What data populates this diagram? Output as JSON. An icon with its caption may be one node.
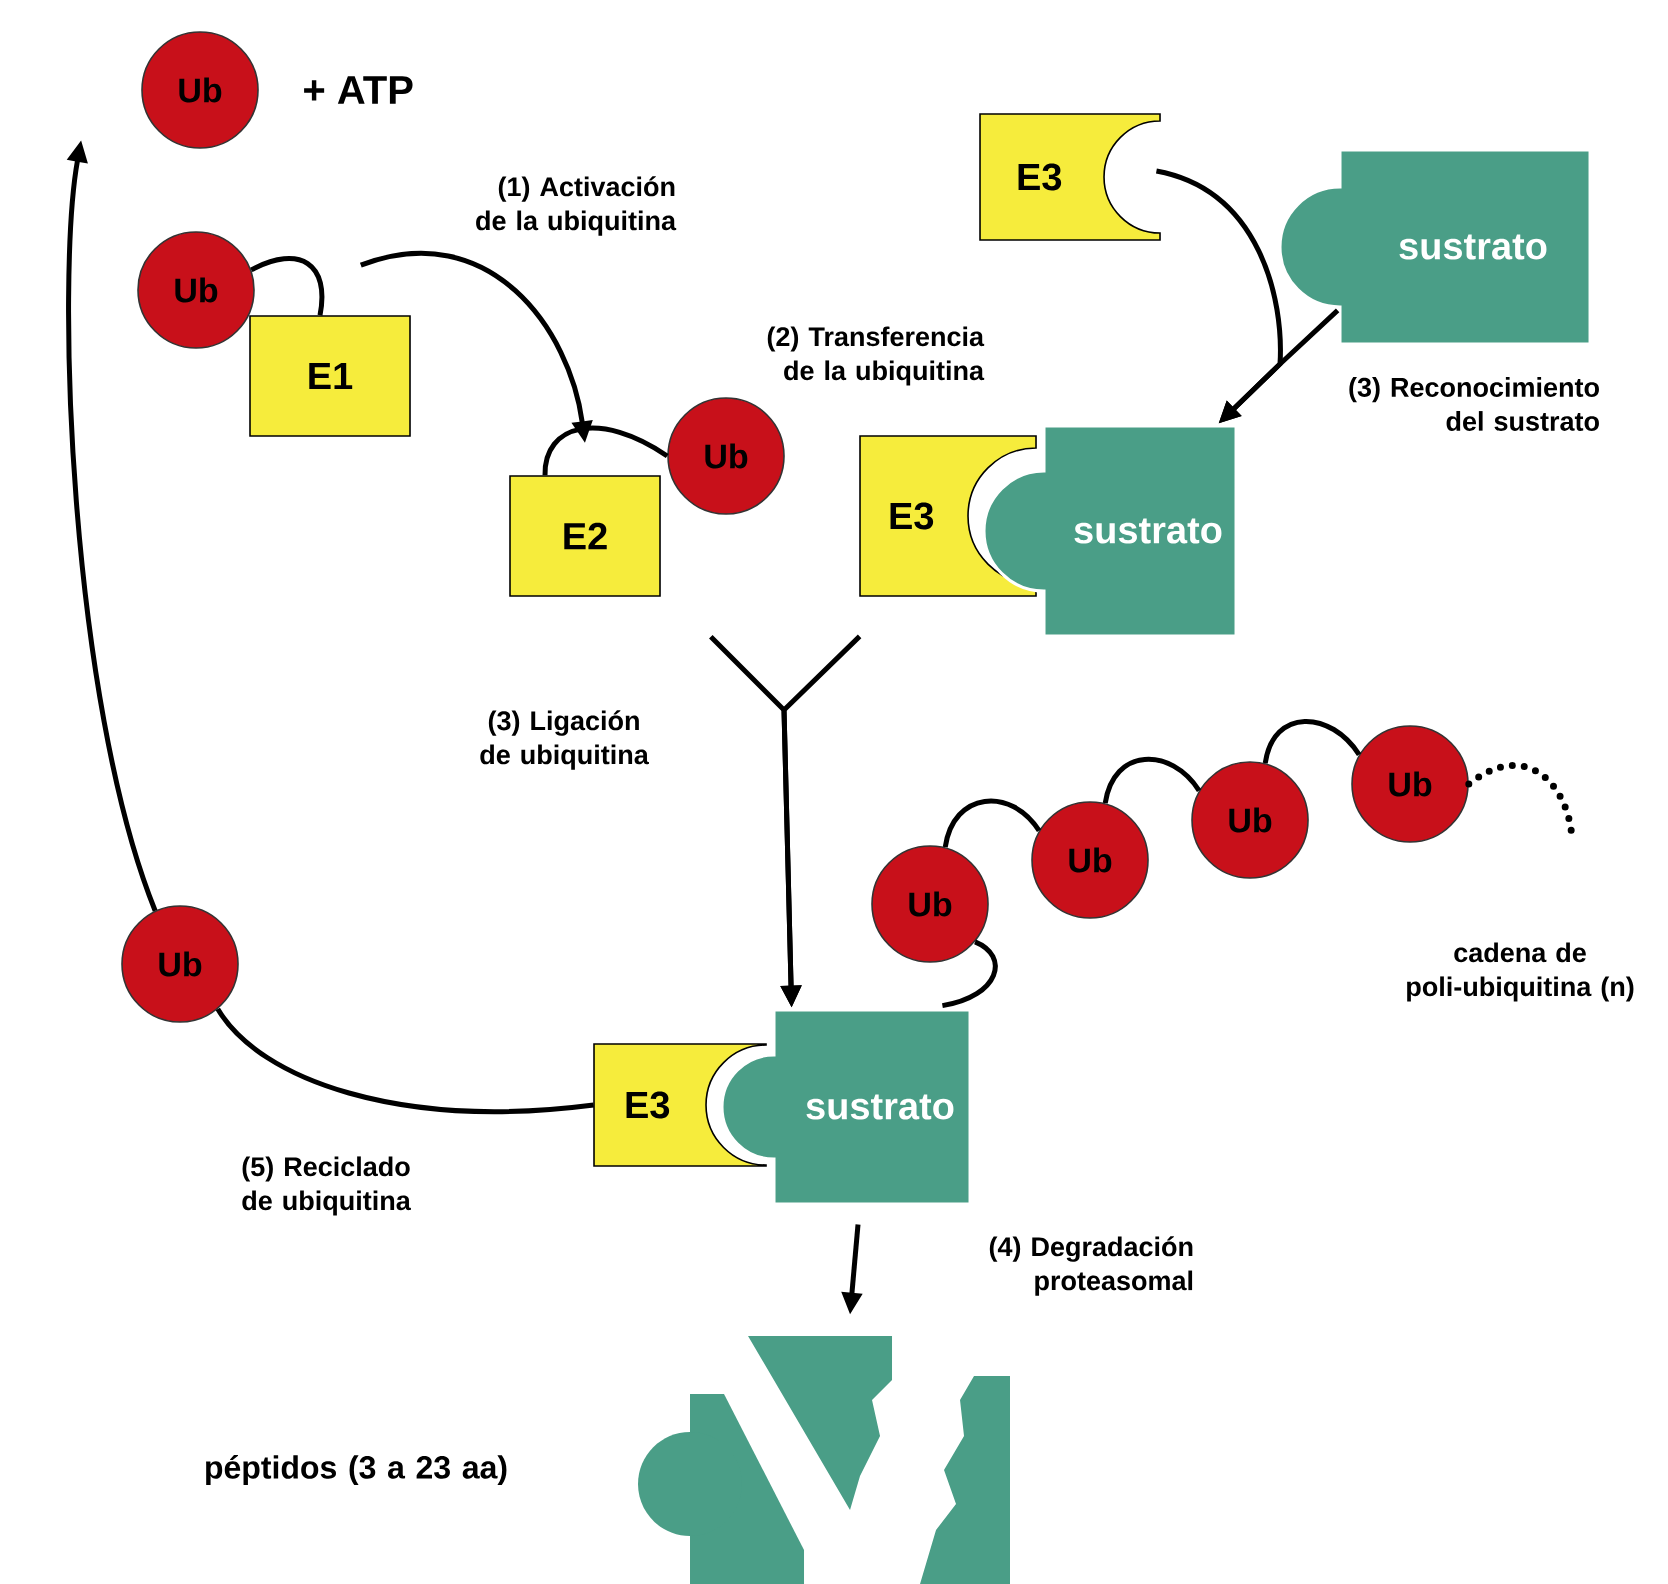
{
  "diagram": {
    "nodes": [
      {
        "text": [
          "Ub"
        ],
        "beside": [
          "+ ATP"
        ]
      },
      {
        "text": [
          "Ub"
        ]
      },
      {
        "text": [
          "E1"
        ]
      },
      {
        "text": [
          "E2"
        ]
      },
      {
        "text": [
          "Ub"
        ]
      },
      {
        "text": [
          "E3"
        ]
      },
      {
        "text": [
          "sustrato"
        ]
      },
      {
        "text": [
          "E3"
        ]
      },
      {
        "text": [
          "sustrato"
        ]
      },
      {
        "text": [
          "Ub"
        ]
      },
      {
        "text": [
          "Ub"
        ]
      },
      {
        "text": [
          "Ub"
        ]
      },
      {
        "text": [
          "Ub"
        ]
      },
      {
        "text": [
          "Ub"
        ]
      },
      {
        "text": [
          "E3"
        ]
      },
      {
        "text": [
          "sustrato"
        ]
      },
      {
        "text": [],
        "shape": "picture"
      }
    ],
    "edges": [
      {
        "from": 1,
        "to": 2,
        "arrow": "none"
      },
      {
        "from": 2,
        "to": 3,
        "arrow": "to"
      },
      {
        "from": 3,
        "to": 4,
        "arrow": "none"
      },
      {
        "from": 5,
        "to": 8,
        "arrow": "to",
        "label": "(3) Reconocimiento del sustrato"
      },
      {
        "from": 6,
        "to": 8,
        "arrow": "to"
      },
      {
        "from": 3,
        "to": 15,
        "arrow": "to",
        "label": "(3) Ligación de ubiquitina"
      },
      {
        "from": 7,
        "to": 15,
        "arrow": "to"
      },
      {
        "from": 9,
        "to": 15,
        "arrow": "none"
      },
      {
        "from": 9,
        "to": 10,
        "arrow": "none"
      },
      {
        "from": 10,
        "to": 11,
        "arrow": "none"
      },
      {
        "from": 11,
        "to": 12,
        "arrow": "none"
      },
      {
        "from": 12,
        "to": null,
        "arrow": "none",
        "style": "dashed"
      },
      {
        "from": 14,
        "to": 13,
        "arrow": "none"
      },
      {
        "from": 13,
        "to": 0,
        "arrow": "to"
      },
      {
        "from": 15,
        "to": 16,
        "arrow": "to",
        "label": "(4) Degradación proteasomal"
      }
    ],
    "labels": [
      "(1) Activación de la ubiquitina",
      "(2) Transferencia de la ubiquitina",
      "cadena de poli-ubiquitina (n)",
      "(5) Reciclado de ubiquitina",
      "péptidos (3 a 23 aa)"
    ]
  }
}
